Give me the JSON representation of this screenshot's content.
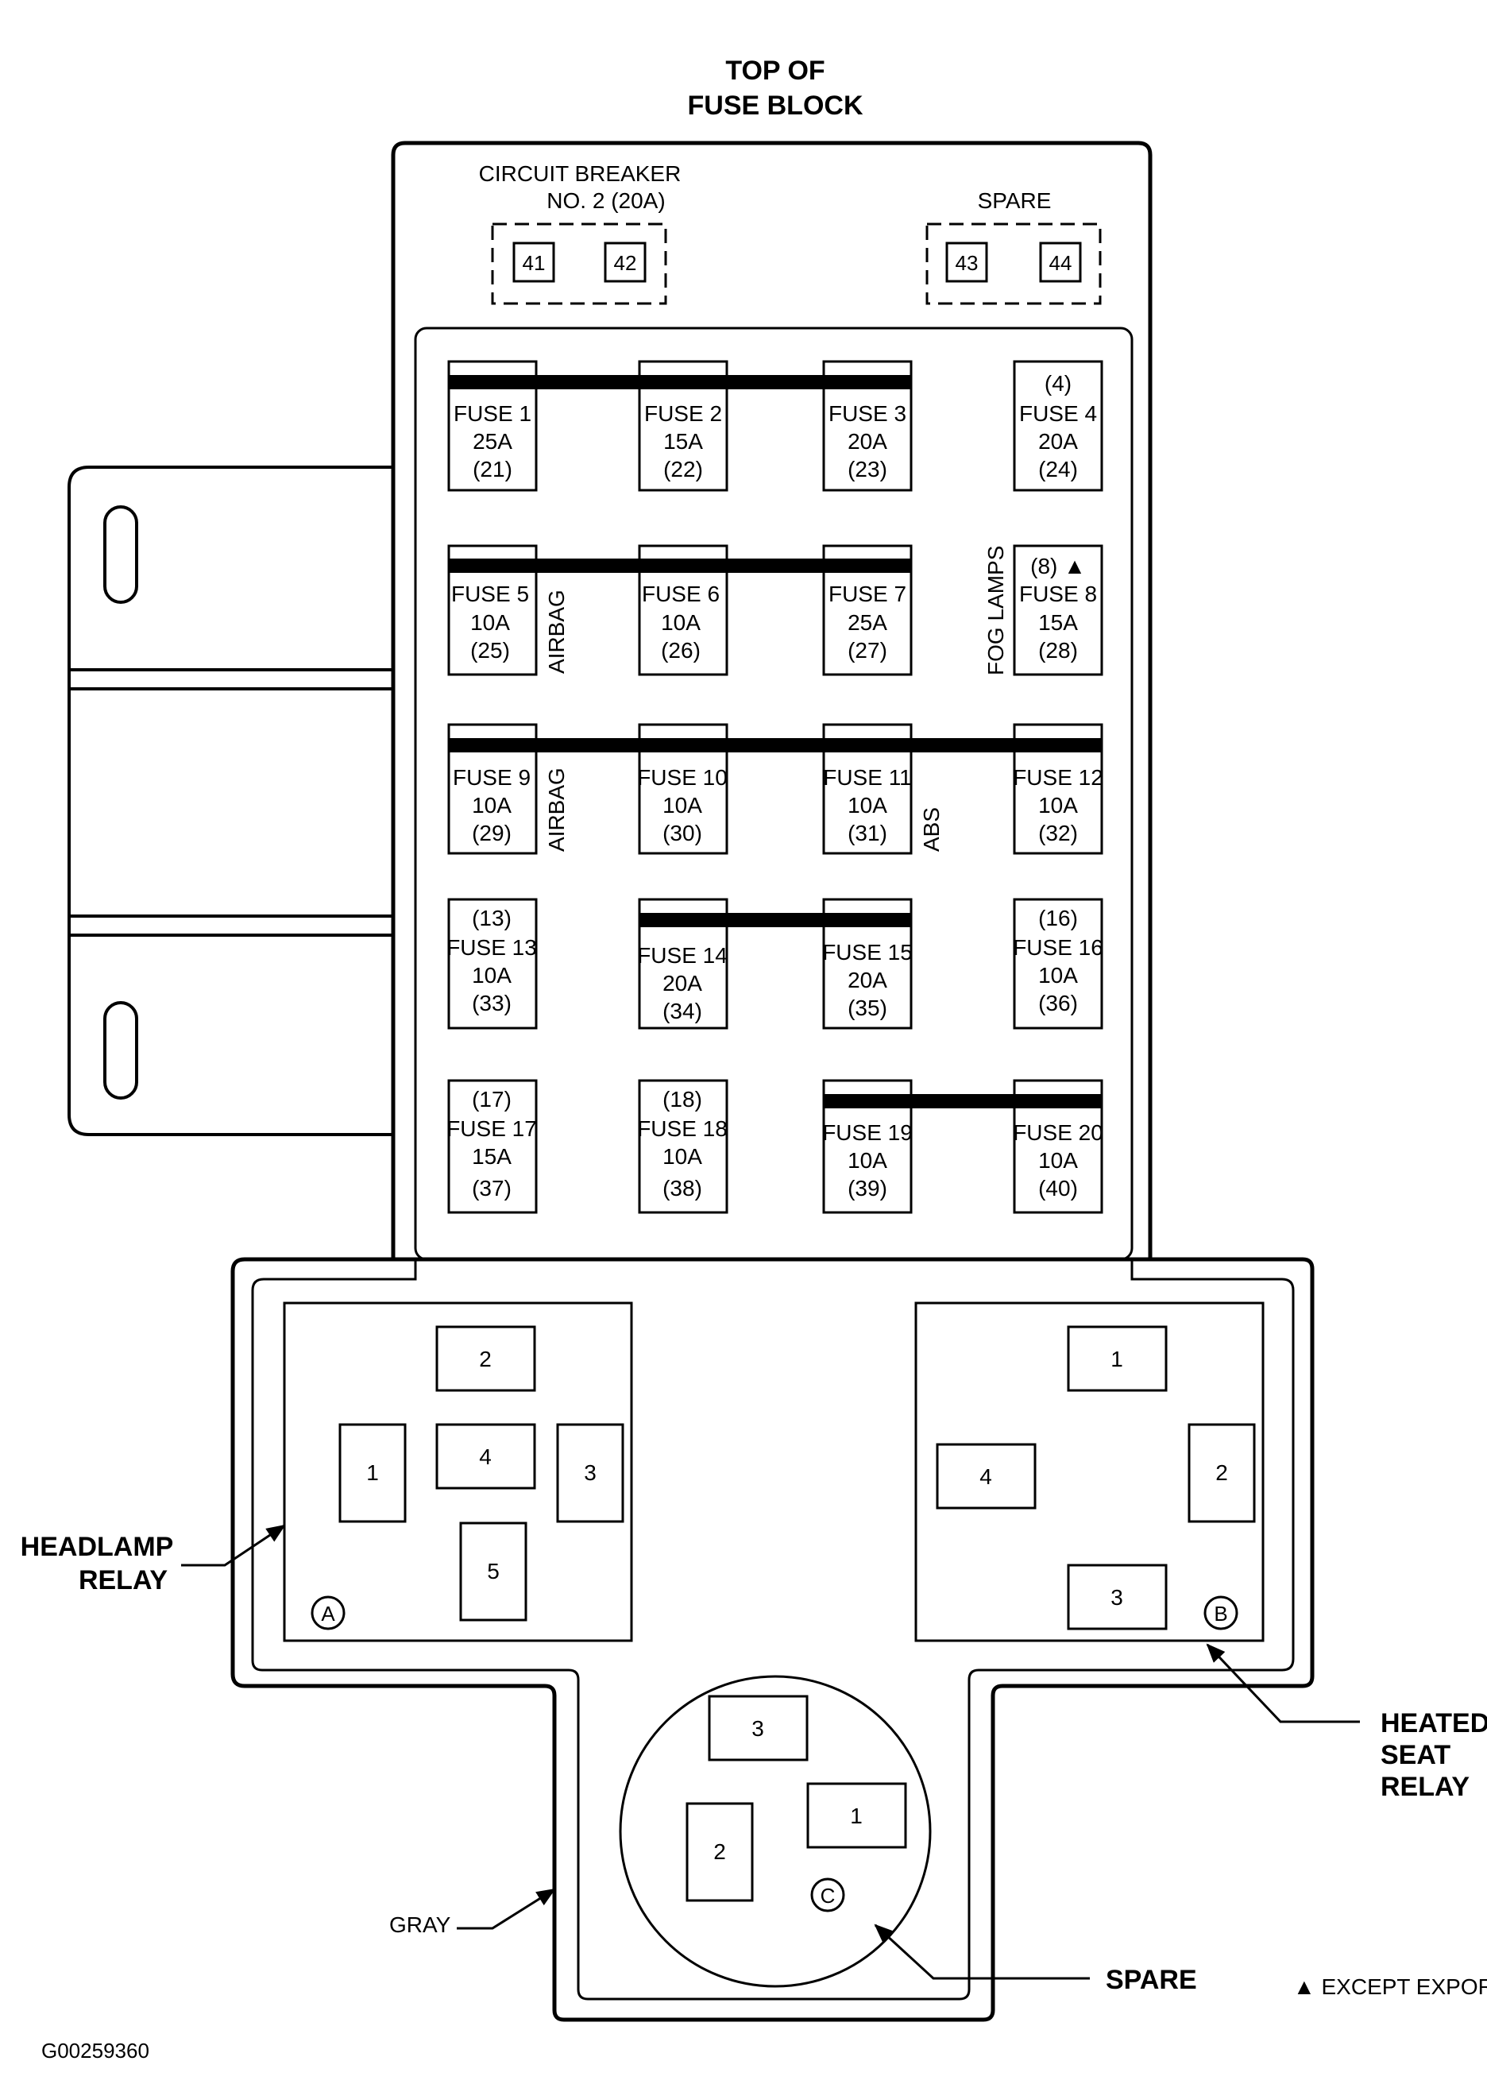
{
  "header": {
    "line1": "TOP OF",
    "line2": "FUSE BLOCK"
  },
  "breaker": {
    "line1": "CIRCUIT BREAKER",
    "line2": "NO. 2 (20A)",
    "terminals": [
      "41",
      "42"
    ]
  },
  "spare_top": {
    "label": "SPARE",
    "terminals": [
      "43",
      "44"
    ]
  },
  "fuses": [
    {
      "top": "",
      "name": "FUSE 1",
      "amp": "25A",
      "num": "(21)"
    },
    {
      "top": "",
      "name": "FUSE 2",
      "amp": "15A",
      "num": "(22)"
    },
    {
      "top": "",
      "name": "FUSE 3",
      "amp": "20A",
      "num": "(23)"
    },
    {
      "top": "(4)",
      "name": "FUSE 4",
      "amp": "20A",
      "num": "(24)"
    },
    {
      "top": "",
      "name": "FUSE 5",
      "amp": "10A",
      "num": "(25)"
    },
    {
      "top": "",
      "name": "FUSE 6",
      "amp": "10A",
      "num": "(26)"
    },
    {
      "top": "",
      "name": "FUSE 7",
      "amp": "25A",
      "num": "(27)"
    },
    {
      "top": "(8) ▲",
      "name": "FUSE 8",
      "amp": "15A",
      "num": "(28)"
    },
    {
      "top": "",
      "name": "FUSE 9",
      "amp": "10A",
      "num": "(29)"
    },
    {
      "top": "",
      "name": "FUSE 10",
      "amp": "10A",
      "num": "(30)"
    },
    {
      "top": "",
      "name": "FUSE 11",
      "amp": "10A",
      "num": "(31)"
    },
    {
      "top": "",
      "name": "FUSE 12",
      "amp": "10A",
      "num": "(32)"
    },
    {
      "top": "(13)",
      "name": "FUSE 13",
      "amp": "10A",
      "num": "(33)"
    },
    {
      "top": "",
      "name": "FUSE 14",
      "amp": "20A",
      "num": "(34)"
    },
    {
      "top": "",
      "name": "FUSE 15",
      "amp": "20A",
      "num": "(35)"
    },
    {
      "top": "(16)",
      "name": "FUSE 16",
      "amp": "10A",
      "num": "(36)"
    },
    {
      "top": "(17)",
      "name": "FUSE 17",
      "amp": "15A",
      "num": "(37)"
    },
    {
      "top": "(18)",
      "name": "FUSE 18",
      "amp": "10A",
      "num": "(38)"
    },
    {
      "top": "",
      "name": "FUSE 19",
      "amp": "10A",
      "num": "(39)"
    },
    {
      "top": "",
      "name": "FUSE 20",
      "amp": "10A",
      "num": "(40)"
    }
  ],
  "side_labels": {
    "airbag_1": "AIRBAG",
    "airbag_2": "AIRBAG",
    "fog_lamps": "FOG LAMPS",
    "abs": "ABS"
  },
  "relay_a": {
    "marker": "A",
    "pins": [
      "1",
      "2",
      "3",
      "4",
      "5"
    ]
  },
  "relay_b": {
    "marker": "B",
    "pins": [
      "1",
      "2",
      "3",
      "4"
    ]
  },
  "relay_c": {
    "marker": "C",
    "pins": [
      "1",
      "2",
      "3"
    ]
  },
  "callouts": {
    "headlamp_1": "HEADLAMP",
    "headlamp_2": "RELAY",
    "heated_1": "HEATED",
    "heated_2": "SEAT",
    "heated_3": "RELAY",
    "gray": "GRAY",
    "spare": "SPARE",
    "except_export": "▲ EXCEPT EXPORT"
  },
  "figure_id": "G00259360"
}
